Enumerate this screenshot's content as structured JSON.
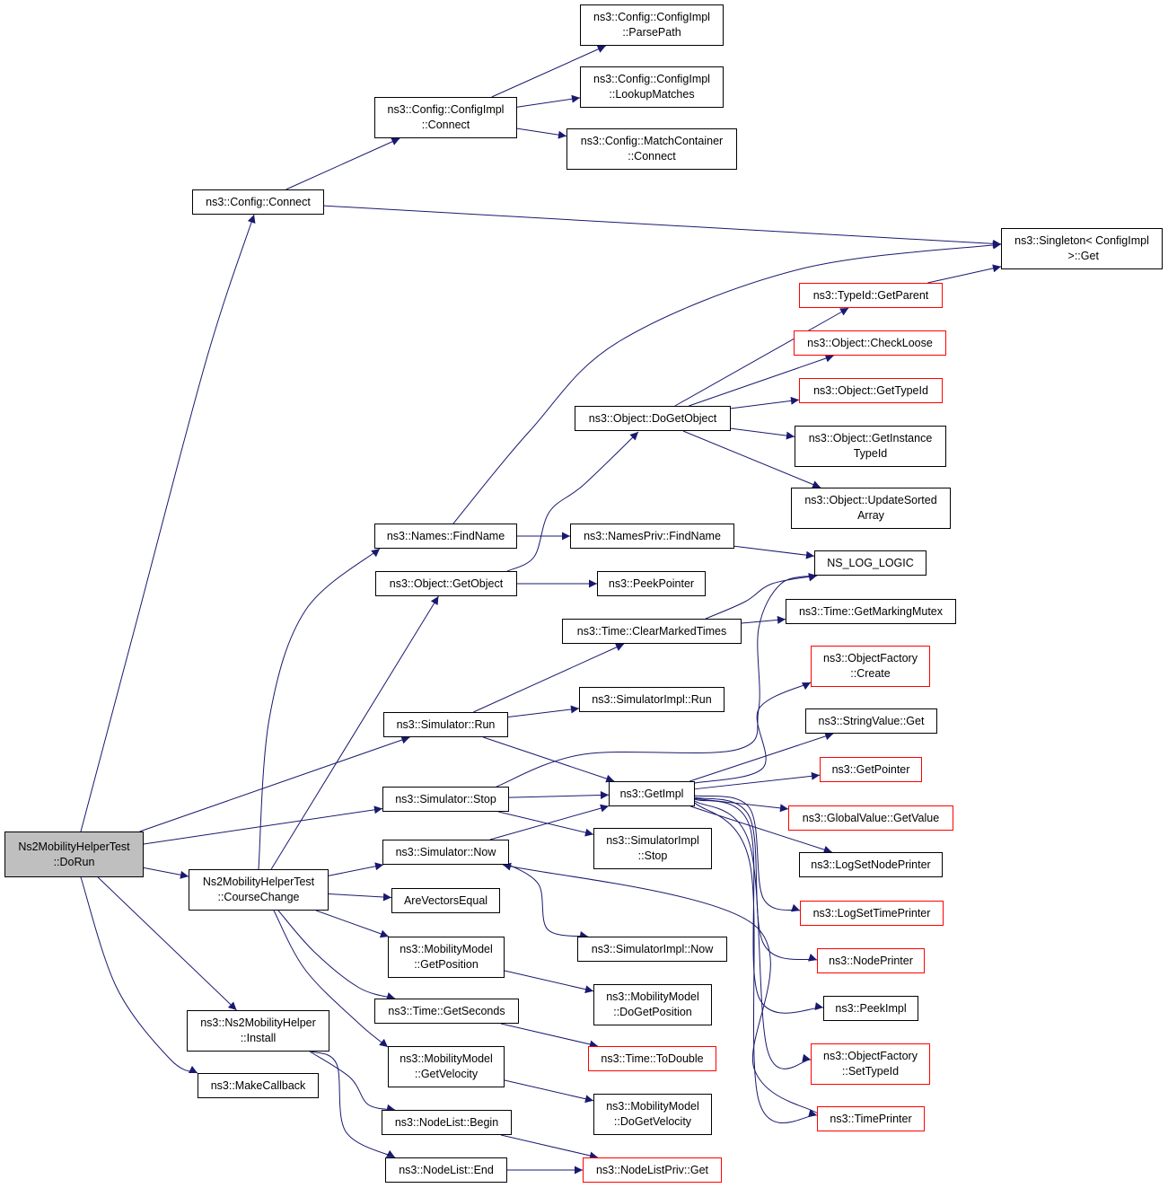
{
  "colors": {
    "edge": "#191970",
    "node_border": "#000000",
    "truncated_border": "#ff0000",
    "root_fill": "#bfbfbf",
    "background": "#ffffff"
  },
  "nodes": [
    {
      "id": "dorun",
      "label": "Ns2MobilityHelperTest\n::DoRun",
      "kind": "root"
    },
    {
      "id": "config_connect",
      "label": "ns3::Config::Connect",
      "kind": "normal"
    },
    {
      "id": "cfgimpl_connect",
      "label": "ns3::Config::ConfigImpl\n::Connect",
      "kind": "normal"
    },
    {
      "id": "cfgimpl_parsepath",
      "label": "ns3::Config::ConfigImpl\n::ParsePath",
      "kind": "normal"
    },
    {
      "id": "cfgimpl_lookup",
      "label": "ns3::Config::ConfigImpl\n::LookupMatches",
      "kind": "normal"
    },
    {
      "id": "matchcontainer_connect",
      "label": "ns3::Config::MatchContainer\n::Connect",
      "kind": "normal"
    },
    {
      "id": "singleton_get",
      "label": "ns3::Singleton< ConfigImpl\n >::Get",
      "kind": "normal"
    },
    {
      "id": "typeid_getparent",
      "label": "ns3::TypeId::GetParent",
      "kind": "truncated"
    },
    {
      "id": "object_checkloose",
      "label": "ns3::Object::CheckLoose",
      "kind": "truncated"
    },
    {
      "id": "object_gettypeid",
      "label": "ns3::Object::GetTypeId",
      "kind": "truncated"
    },
    {
      "id": "object_getinstancetypeid",
      "label": "ns3::Object::GetInstance\nTypeId",
      "kind": "normal"
    },
    {
      "id": "object_updatesorted",
      "label": "ns3::Object::UpdateSorted\nArray",
      "kind": "normal"
    },
    {
      "id": "object_dogetobject",
      "label": "ns3::Object::DoGetObject",
      "kind": "normal"
    },
    {
      "id": "names_findname",
      "label": "ns3::Names::FindName",
      "kind": "normal"
    },
    {
      "id": "namespriv_findname",
      "label": "ns3::NamesPriv::FindName",
      "kind": "normal"
    },
    {
      "id": "ns_log_logic",
      "label": "NS_LOG_LOGIC",
      "kind": "normal"
    },
    {
      "id": "object_getobject",
      "label": "ns3::Object::GetObject",
      "kind": "normal"
    },
    {
      "id": "peekpointer",
      "label": "ns3::PeekPointer",
      "kind": "normal"
    },
    {
      "id": "time_clearmarked",
      "label": "ns3::Time::ClearMarkedTimes",
      "kind": "normal"
    },
    {
      "id": "time_getmarkingmutex",
      "label": "ns3::Time::GetMarkingMutex",
      "kind": "normal"
    },
    {
      "id": "objectfactory_create",
      "label": "ns3::ObjectFactory\n::Create",
      "kind": "truncated"
    },
    {
      "id": "simulatorimpl_run",
      "label": "ns3::SimulatorImpl::Run",
      "kind": "normal"
    },
    {
      "id": "simulator_run",
      "label": "ns3::Simulator::Run",
      "kind": "normal"
    },
    {
      "id": "stringvalue_get",
      "label": "ns3::StringValue::Get",
      "kind": "normal"
    },
    {
      "id": "getpointer",
      "label": "ns3::GetPointer",
      "kind": "truncated"
    },
    {
      "id": "getimpl",
      "label": "ns3::GetImpl",
      "kind": "normal"
    },
    {
      "id": "simulator_stop",
      "label": "ns3::Simulator::Stop",
      "kind": "normal"
    },
    {
      "id": "globalvalue_getvalue",
      "label": "ns3::GlobalValue::GetValue",
      "kind": "truncated"
    },
    {
      "id": "simulatorimpl_stop",
      "label": "ns3::SimulatorImpl\n::Stop",
      "kind": "normal"
    },
    {
      "id": "simulator_now",
      "label": "ns3::Simulator::Now",
      "kind": "normal"
    },
    {
      "id": "logsetnodeprinter",
      "label": "ns3::LogSetNodePrinter",
      "kind": "normal"
    },
    {
      "id": "coursechange",
      "label": "Ns2MobilityHelperTest\n::CourseChange",
      "kind": "normal"
    },
    {
      "id": "arevectorsequal",
      "label": "AreVectorsEqual",
      "kind": "normal"
    },
    {
      "id": "logsettimeprinter",
      "label": "ns3::LogSetTimePrinter",
      "kind": "truncated"
    },
    {
      "id": "simulatorimpl_now",
      "label": "ns3::SimulatorImpl::Now",
      "kind": "normal"
    },
    {
      "id": "mobility_getposition",
      "label": "ns3::MobilityModel\n::GetPosition",
      "kind": "normal"
    },
    {
      "id": "nodeprinter",
      "label": "ns3::NodePrinter",
      "kind": "truncated"
    },
    {
      "id": "mobility_dogetposition",
      "label": "ns3::MobilityModel\n::DoGetPosition",
      "kind": "normal"
    },
    {
      "id": "time_getseconds",
      "label": "ns3::Time::GetSeconds",
      "kind": "normal"
    },
    {
      "id": "peekimpl",
      "label": "ns3::PeekImpl",
      "kind": "normal"
    },
    {
      "id": "ns2mobility_install",
      "label": "ns3::Ns2MobilityHelper\n::Install",
      "kind": "normal"
    },
    {
      "id": "time_todouble",
      "label": "ns3::Time::ToDouble",
      "kind": "truncated"
    },
    {
      "id": "objectfactory_settypeid",
      "label": "ns3::ObjectFactory\n::SetTypeId",
      "kind": "truncated"
    },
    {
      "id": "mobility_getvelocity",
      "label": "ns3::MobilityModel\n::GetVelocity",
      "kind": "normal"
    },
    {
      "id": "makecallback",
      "label": "ns3::MakeCallback",
      "kind": "normal"
    },
    {
      "id": "mobility_dogetvelocity",
      "label": "ns3::MobilityModel\n::DoGetVelocity",
      "kind": "normal"
    },
    {
      "id": "timeprinter",
      "label": "ns3::TimePrinter",
      "kind": "truncated"
    },
    {
      "id": "nodelist_begin",
      "label": "ns3::NodeList::Begin",
      "kind": "normal"
    },
    {
      "id": "nodelist_end",
      "label": "ns3::NodeList::End",
      "kind": "normal"
    },
    {
      "id": "nodelistpriv_get",
      "label": "ns3::NodeListPriv::Get",
      "kind": "truncated"
    }
  ],
  "edges": [
    [
      "dorun",
      "config_connect"
    ],
    [
      "dorun",
      "simulator_run"
    ],
    [
      "dorun",
      "simulator_stop"
    ],
    [
      "dorun",
      "coursechange"
    ],
    [
      "dorun",
      "ns2mobility_install"
    ],
    [
      "dorun",
      "makecallback"
    ],
    [
      "config_connect",
      "cfgimpl_connect"
    ],
    [
      "config_connect",
      "singleton_get"
    ],
    [
      "cfgimpl_connect",
      "cfgimpl_parsepath"
    ],
    [
      "cfgimpl_connect",
      "cfgimpl_lookup"
    ],
    [
      "cfgimpl_connect",
      "matchcontainer_connect"
    ],
    [
      "typeid_getparent",
      "singleton_get"
    ],
    [
      "object_dogetobject",
      "typeid_getparent"
    ],
    [
      "object_dogetobject",
      "object_checkloose"
    ],
    [
      "object_dogetobject",
      "object_gettypeid"
    ],
    [
      "object_dogetobject",
      "object_getinstancetypeid"
    ],
    [
      "object_dogetobject",
      "object_updatesorted"
    ],
    [
      "names_findname",
      "singleton_get"
    ],
    [
      "names_findname",
      "namespriv_findname"
    ],
    [
      "namespriv_findname",
      "ns_log_logic"
    ],
    [
      "object_getobject",
      "object_dogetobject"
    ],
    [
      "object_getobject",
      "peekpointer"
    ],
    [
      "time_clearmarked",
      "ns_log_logic"
    ],
    [
      "time_clearmarked",
      "time_getmarkingmutex"
    ],
    [
      "simulator_run",
      "time_clearmarked"
    ],
    [
      "simulator_run",
      "simulatorimpl_run"
    ],
    [
      "simulator_run",
      "getimpl"
    ],
    [
      "simulator_stop",
      "getimpl"
    ],
    [
      "simulator_stop",
      "simulatorimpl_stop"
    ],
    [
      "simulator_stop",
      "ns_log_logic"
    ],
    [
      "simulator_now",
      "getimpl"
    ],
    [
      "simulator_now",
      "simulatorimpl_now"
    ],
    [
      "getimpl",
      "objectfactory_create"
    ],
    [
      "getimpl",
      "stringvalue_get"
    ],
    [
      "getimpl",
      "getpointer"
    ],
    [
      "getimpl",
      "globalvalue_getvalue"
    ],
    [
      "getimpl",
      "logsetnodeprinter"
    ],
    [
      "getimpl",
      "logsettimeprinter"
    ],
    [
      "getimpl",
      "nodeprinter"
    ],
    [
      "getimpl",
      "peekimpl"
    ],
    [
      "getimpl",
      "objectfactory_settypeid"
    ],
    [
      "getimpl",
      "timeprinter"
    ],
    [
      "timeprinter",
      "simulator_now"
    ],
    [
      "coursechange",
      "names_findname"
    ],
    [
      "coursechange",
      "object_getobject"
    ],
    [
      "coursechange",
      "simulator_now"
    ],
    [
      "coursechange",
      "arevectorsequal"
    ],
    [
      "coursechange",
      "mobility_getposition"
    ],
    [
      "coursechange",
      "time_getseconds"
    ],
    [
      "coursechange",
      "mobility_getvelocity"
    ],
    [
      "mobility_getposition",
      "mobility_dogetposition"
    ],
    [
      "time_getseconds",
      "time_todouble"
    ],
    [
      "mobility_getvelocity",
      "mobility_dogetvelocity"
    ],
    [
      "ns2mobility_install",
      "nodelist_begin"
    ],
    [
      "ns2mobility_install",
      "nodelist_end"
    ],
    [
      "nodelist_begin",
      "nodelistpriv_get"
    ],
    [
      "nodelist_end",
      "nodelistpriv_get"
    ]
  ]
}
